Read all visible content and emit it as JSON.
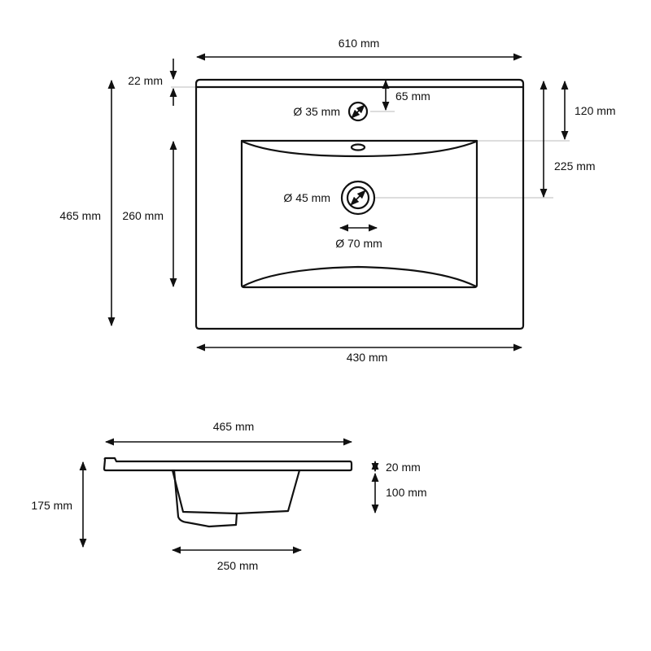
{
  "top_view": {
    "width_top": "610 mm",
    "width_bottom": "430 mm",
    "depth_total": "465 mm",
    "rim_thickness": "22 mm",
    "basin_depth_span": "260 mm",
    "tap_hole_offset": "65 mm",
    "tap_hole_diameter": "Ø 35 mm",
    "basin_start": "120 mm",
    "drain_offset": "225 mm",
    "drain_diameter": "Ø 45 mm",
    "drain_outer_diameter": "Ø 70 mm"
  },
  "side_view": {
    "length": "465 mm",
    "total_height": "175 mm",
    "rim_height": "20 mm",
    "bowl_depth": "100 mm",
    "bowl_width": "250 mm"
  },
  "colors": {
    "line": "#111111",
    "guide": "#bbbbbb",
    "background": "#ffffff"
  }
}
